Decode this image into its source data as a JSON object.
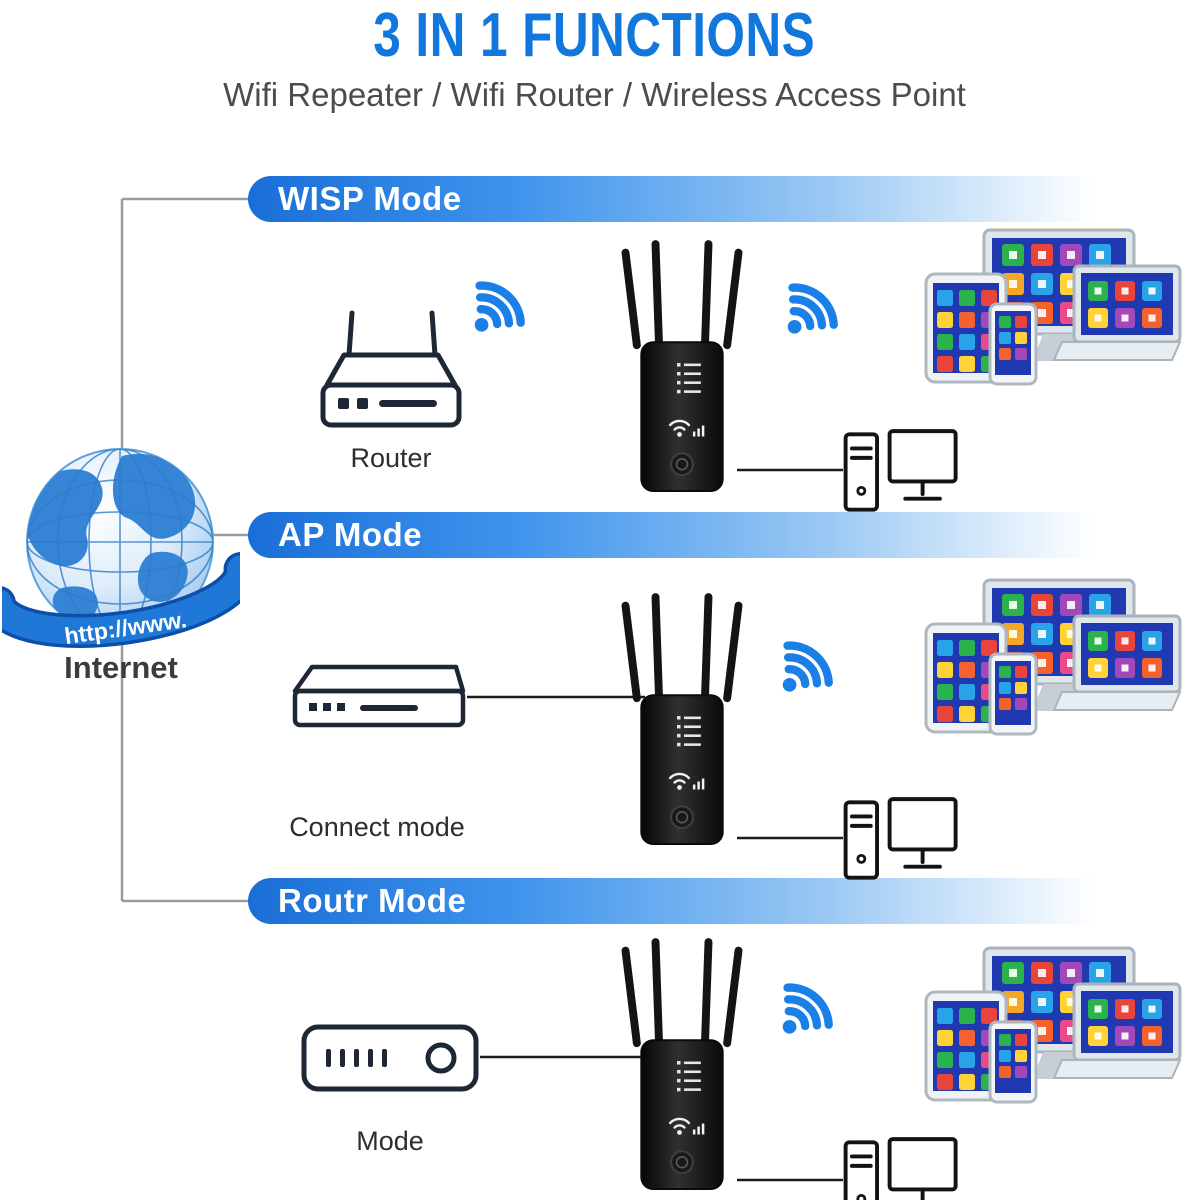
{
  "title": "3 IN 1 FUNCTIONS",
  "subtitle": "Wifi Repeater / Wifi Router / Wireless Access Point",
  "internet": {
    "label": "Internet",
    "banner": "http://www."
  },
  "sections": [
    {
      "mode": "WISP Mode",
      "device_label": "Router"
    },
    {
      "mode": "AP Mode",
      "device_label": "Connect mode"
    },
    {
      "mode": "Routr Mode",
      "device_label": "Mode"
    }
  ],
  "colors": {
    "title_blue": "#1277dd",
    "bar_blue": "#1a6ed7",
    "wifi_blue": "#1b7fe8",
    "screen_blue": "#2038b0",
    "line_gray": "#9b9b9b",
    "line_black": "#1c1c1c"
  }
}
